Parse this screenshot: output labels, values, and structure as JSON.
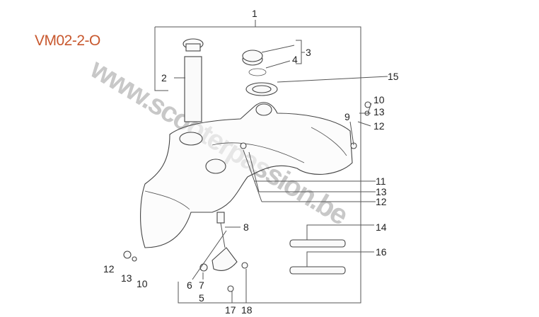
{
  "diagram_code": "VM02-2-O",
  "watermark": "www.scooterpassion.be",
  "callouts": [
    "1",
    "2",
    "3",
    "4",
    "15",
    "10",
    "13",
    "12",
    "9",
    "11",
    "13",
    "12",
    "8",
    "14",
    "16",
    "12",
    "13",
    "10",
    "6",
    "7",
    "5",
    "17",
    "18"
  ]
}
